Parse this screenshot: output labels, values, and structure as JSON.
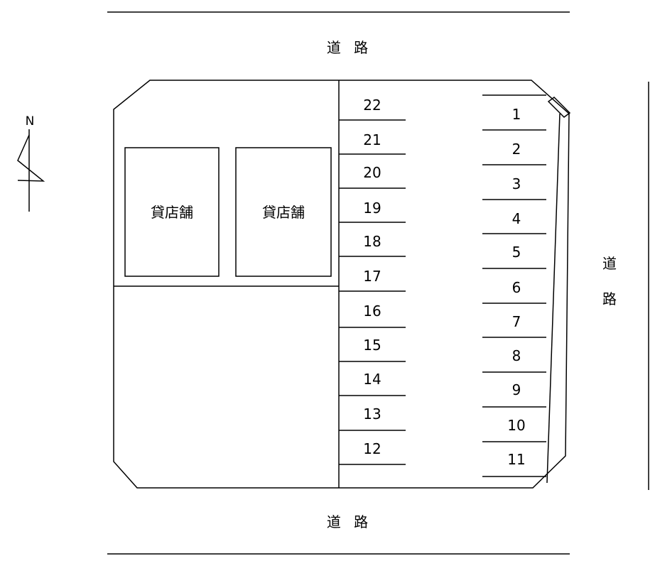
{
  "roads": {
    "north": "道 路",
    "south": "道 路",
    "east_line1": "道",
    "east_line2": "路"
  },
  "compass": {
    "label": "N"
  },
  "shops": [
    {
      "label": "貸店舗"
    },
    {
      "label": "貸店舗"
    }
  ],
  "parking_left": [
    "22",
    "21",
    "20",
    "19",
    "18",
    "17",
    "16",
    "15",
    "14",
    "13",
    "12"
  ],
  "parking_right": [
    "1",
    "2",
    "3",
    "4",
    "5",
    "6",
    "7",
    "8",
    "9",
    "10",
    "11"
  ]
}
